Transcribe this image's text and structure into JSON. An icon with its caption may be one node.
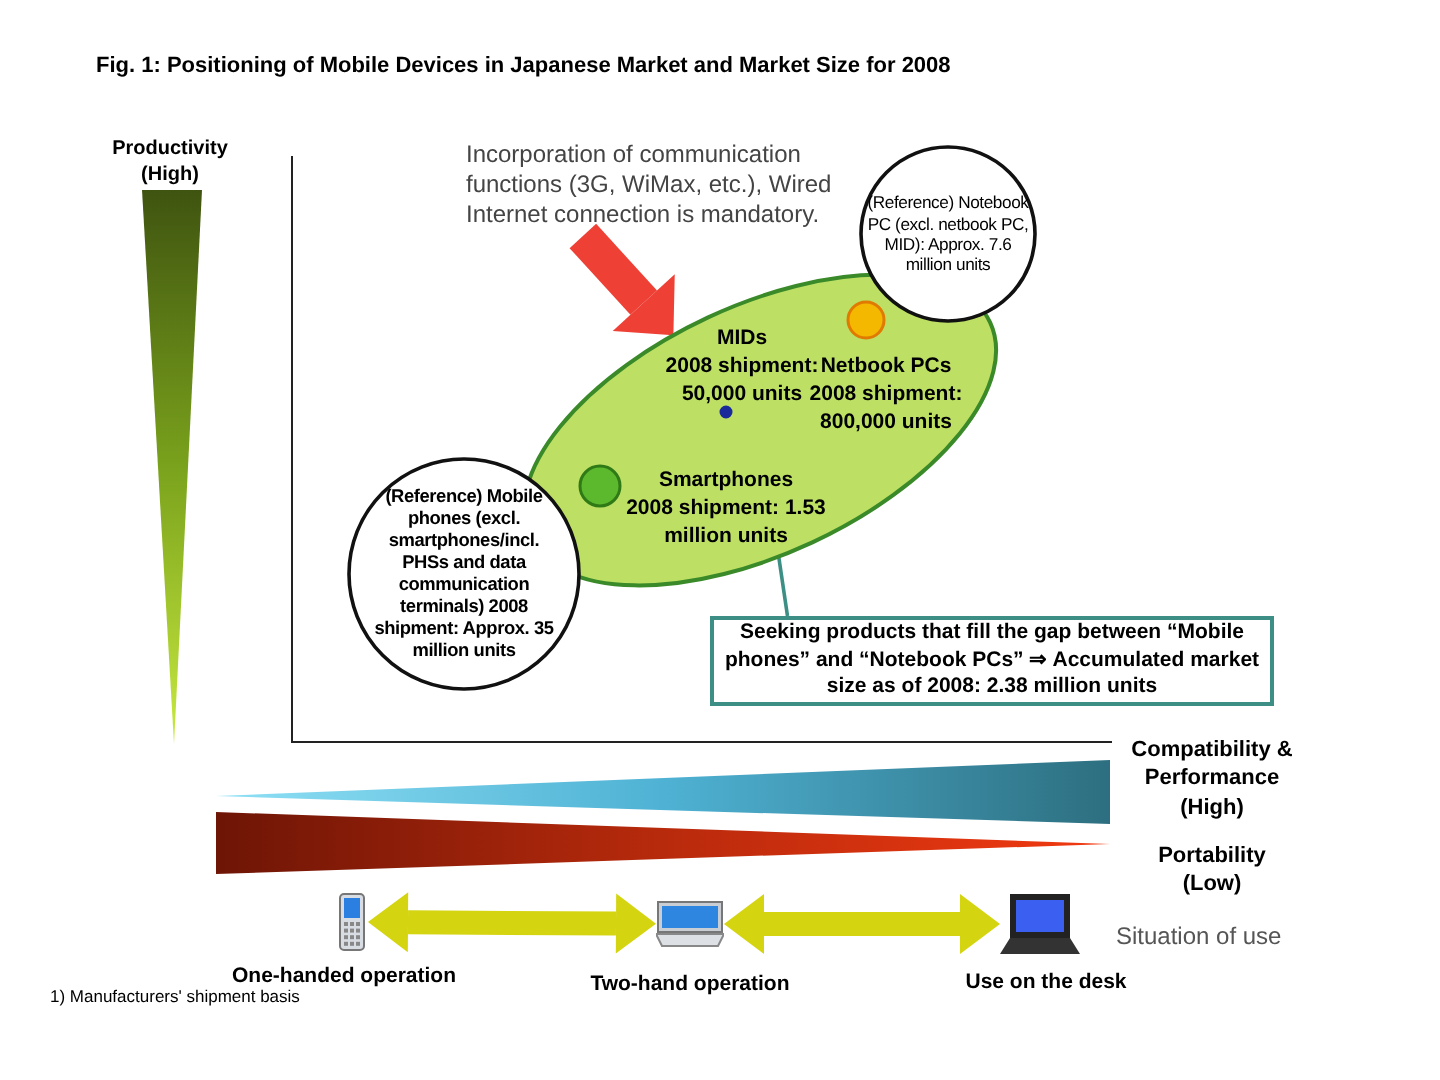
{
  "diagram": {
    "title": "Fig. 1: Positioning of Mobile Devices in Japanese Market and Market Size for 2008",
    "nodes": [
      {
        "text": [],
        "shape": "ellipse"
      },
      {
        "text": [
          "MIDs",
          "2008 shipment: 50,000 units"
        ],
        "in": 0
      },
      {
        "text": [
          "Netbook PCs",
          "2008 shipment: 800,000 units"
        ],
        "in": 0
      },
      {
        "text": [
          "Smartphones",
          "2008 shipment: 1.53 million units"
        ],
        "in": 0
      },
      {
        "text": [
          "(Reference) Mobile phones (excl. smartphones/incl. PHSs and data communication terminals) 2008 shipment: Approx. 35 million units"
        ]
      },
      {
        "text": [
          "(Reference) Notebook PC (excl. netbook PC, MID): Approx. 7.6 million units"
        ]
      },
      {
        "text": [
          "Seeking products that fill the gap between “Mobile phones” and “Notebook PCs” ⇒ Accumulated market size as of 2008: 2.38 million units"
        ]
      },
      {
        "text": [
          "Incorporation of communication functions (3G, WiMax, etc.), Wired Internet connection is mandatory."
        ]
      },
      {
        "text": [],
        "shape": "phone",
        "beside": [
          "One-handed operation"
        ]
      },
      {
        "text": [],
        "shape": "netbook",
        "beside": [
          "Two-hand operation"
        ]
      },
      {
        "text": [],
        "shape": "laptop",
        "beside": [
          "Use on the desk"
        ]
      },
      {
        "text": [],
        "shape": "triangle",
        "beside": [
          "Productivity (High)"
        ]
      },
      {
        "text": [],
        "shape": "triangle",
        "beside": [
          "Compatibility & Performance (High)"
        ]
      },
      {
        "text": [],
        "shape": "triangle",
        "beside": [
          "Portability (Low)"
        ]
      }
    ],
    "edges": [
      {
        "from": 7,
        "to": 0,
        "arrow": "to",
        "color": "#ee4035"
      },
      {
        "from": 6,
        "to": 0,
        "arrow": "none",
        "color": "#3d8f86"
      },
      {
        "from": 8,
        "to": 9,
        "arrow": "both",
        "color": "#d4d410"
      },
      {
        "from": 9,
        "to": 10,
        "arrow": "both",
        "color": "#d4d410"
      }
    ],
    "labels": [
      "Situation of use",
      "1) Manufacturers' shipment basis"
    ]
  }
}
